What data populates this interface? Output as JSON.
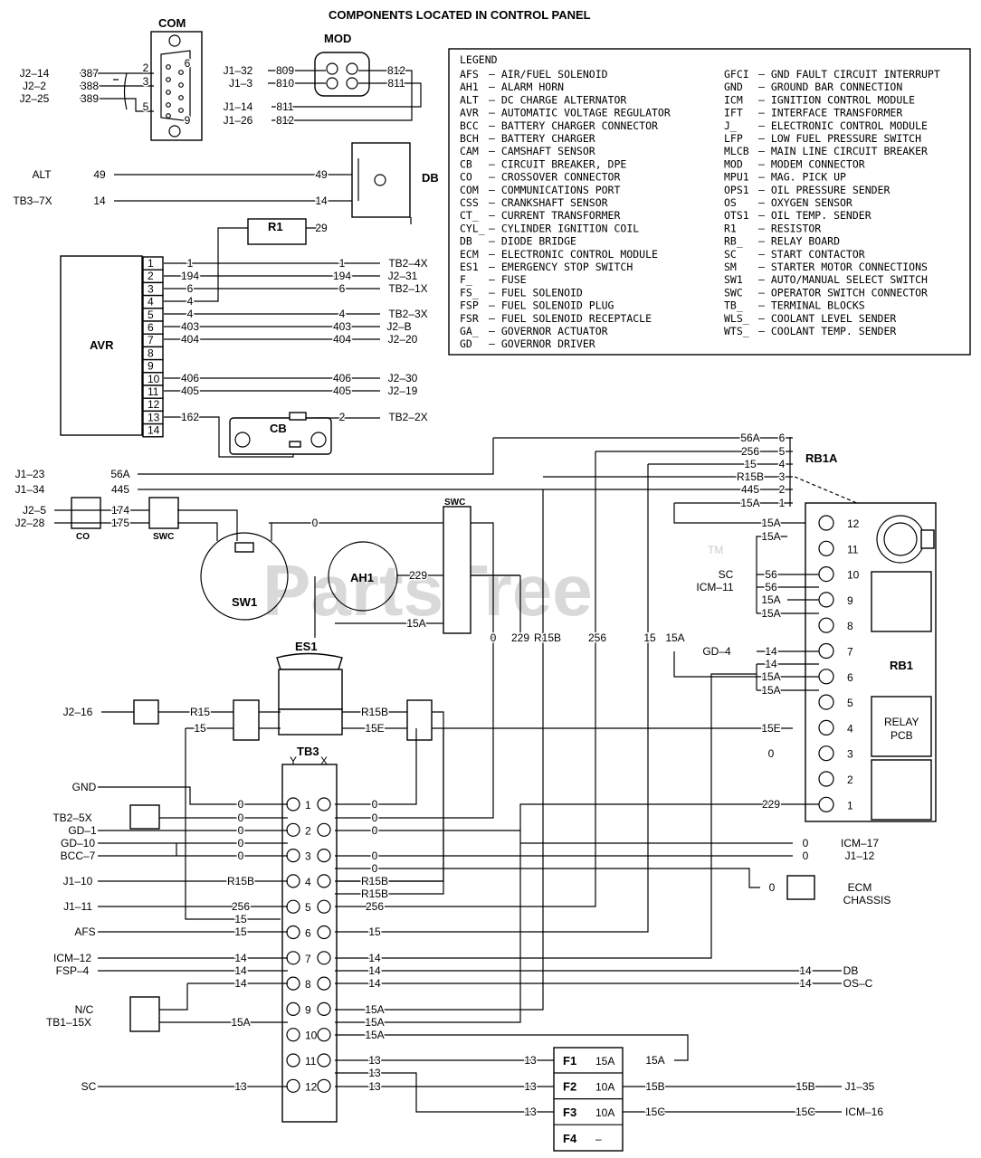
{
  "title": "COMPONENTS LOCATED IN CONTROL PANEL",
  "watermark": "PartsTree",
  "trademark": "TM",
  "legend": {
    "heading": "LEGEND",
    "left": [
      [
        "AFS",
        "AIR/FUEL SOLENOID"
      ],
      [
        "AH1",
        "ALARM HORN"
      ],
      [
        "ALT",
        "DC CHARGE ALTERNATOR"
      ],
      [
        "AVR",
        "AUTOMATIC VOLTAGE REGULATOR"
      ],
      [
        "BCC",
        "BATTERY CHARGER CONNECTOR"
      ],
      [
        "BCH",
        "BATTERY CHARGER"
      ],
      [
        "CAM",
        "CAMSHAFT SENSOR"
      ],
      [
        "CB",
        "CIRCUIT BREAKER, DPE"
      ],
      [
        "CO",
        "CROSSOVER CONNECTOR"
      ],
      [
        "COM",
        "COMMUNICATIONS PORT"
      ],
      [
        "CSS",
        "CRANKSHAFT SENSOR"
      ],
      [
        "CT_",
        "CURRENT TRANSFORMER"
      ],
      [
        "CYL_",
        "CYLINDER IGNITION COIL"
      ],
      [
        "DB",
        "DIODE BRIDGE"
      ],
      [
        "ECM",
        "ELECTRONIC CONTROL MODULE"
      ],
      [
        "ES1",
        "EMERGENCY STOP SWITCH"
      ],
      [
        "F_",
        "FUSE"
      ],
      [
        "FS_",
        "FUEL SOLENOID"
      ],
      [
        "FSP",
        "FUEL SOLENOID PLUG"
      ],
      [
        "FSR",
        "FUEL SOLENOID RECEPTACLE"
      ],
      [
        "GA_",
        "GOVERNOR ACTUATOR"
      ],
      [
        "GD",
        "GOVERNOR DRIVER"
      ]
    ],
    "right": [
      [
        "GFCI",
        "GND FAULT CIRCUIT INTERRUPT"
      ],
      [
        "GND",
        "GROUND BAR CONNECTION"
      ],
      [
        "ICM",
        "IGNITION CONTROL MODULE"
      ],
      [
        "IFT",
        "INTERFACE TRANSFORMER"
      ],
      [
        "J_",
        "ELECTRONIC CONTROL MODULE"
      ],
      [
        "LFP",
        "LOW FUEL PRESSURE SWITCH"
      ],
      [
        "MLCB",
        "MAIN LINE CIRCUIT BREAKER"
      ],
      [
        "MOD",
        "MODEM CONNECTOR"
      ],
      [
        "MPU1",
        "MAG. PICK UP"
      ],
      [
        "OPS1",
        "OIL PRESSURE SENDER"
      ],
      [
        "OS",
        "OXYGEN SENSOR"
      ],
      [
        "OTS1",
        "OIL TEMP. SENDER"
      ],
      [
        "R1",
        "RESISTOR"
      ],
      [
        "RB_",
        "RELAY BOARD"
      ],
      [
        "SC",
        "START CONTACTOR"
      ],
      [
        "SM",
        "STARTER MOTOR CONNECTIONS"
      ],
      [
        "SW1",
        "AUTO/MANUAL SELECT SWITCH"
      ],
      [
        "SWC",
        "OPERATOR SWITCH CONNECTOR"
      ],
      [
        "TB_",
        "TERMINAL BLOCKS"
      ],
      [
        "WLS_",
        "COOLANT LEVEL SENDER"
      ],
      [
        "WTS_",
        "COOLANT TEMP. SENDER"
      ]
    ]
  },
  "components": {
    "com": "COM",
    "mod": "MOD",
    "db": "DB",
    "r1": "R1",
    "avr": "AVR",
    "cb": "CB",
    "rb1a": "RB1A",
    "rb1": "RB1",
    "relay_pcb": [
      "RELAY",
      "PCB"
    ],
    "ah1": "AH1",
    "sw1": "SW1",
    "es1": "ES1",
    "tb3": "TB3",
    "swc": "SWC",
    "co": "CO",
    "fuses": [
      [
        "F1",
        "15A",
        "15A"
      ],
      [
        "F2",
        "10A",
        "15B"
      ],
      [
        "F3",
        "10A",
        "15C"
      ],
      [
        "F4",
        "–",
        ""
      ]
    ]
  },
  "labels": [
    [
      "J2–14",
      38,
      81
    ],
    [
      "387",
      99,
      81
    ],
    [
      "J2–2",
      38,
      95
    ],
    [
      "388",
      99,
      95
    ],
    [
      "J2–25",
      38,
      109
    ],
    [
      "389",
      99,
      109
    ],
    [
      "2",
      161,
      75
    ],
    [
      "3",
      161,
      90
    ],
    [
      "5",
      161,
      118
    ],
    [
      "6",
      207,
      70
    ],
    [
      "9",
      207,
      133
    ],
    [
      "J1–32",
      263,
      78
    ],
    [
      "809",
      315,
      78
    ],
    [
      "J1–3",
      266,
      92
    ],
    [
      "810",
      315,
      92
    ],
    [
      "812",
      438,
      78
    ],
    [
      "811",
      438,
      92
    ],
    [
      "J1–14",
      263,
      118
    ],
    [
      "811",
      315,
      118
    ],
    [
      "J1–26",
      263,
      133
    ],
    [
      "812",
      315,
      133
    ],
    [
      "ALT",
      46,
      193
    ],
    [
      "49",
      110,
      193
    ],
    [
      "49",
      355,
      193
    ],
    [
      "TB3–7X",
      36,
      222
    ],
    [
      "14",
      110,
      222
    ],
    [
      "14",
      355,
      222
    ],
    [
      "29",
      355,
      252
    ],
    [
      "1",
      210,
      291
    ],
    [
      "1",
      378,
      291
    ],
    [
      "TB2–4X",
      451,
      291
    ],
    [
      "194",
      210,
      305
    ],
    [
      "194",
      378,
      305
    ],
    [
      "J2–31",
      445,
      305
    ],
    [
      "6",
      210,
      319
    ],
    [
      "6",
      378,
      319
    ],
    [
      "TB2–1X",
      451,
      319
    ],
    [
      "4",
      210,
      333
    ],
    [
      "4",
      210,
      347
    ],
    [
      "4",
      378,
      347
    ],
    [
      "TB2–3X",
      451,
      347
    ],
    [
      "403",
      210,
      361
    ],
    [
      "403",
      378,
      361
    ],
    [
      "J2–B",
      441,
      361
    ],
    [
      "404",
      210,
      375
    ],
    [
      "404",
      378,
      375
    ],
    [
      "J2–20",
      445,
      375
    ],
    [
      "406",
      210,
      418
    ],
    [
      "406",
      378,
      418
    ],
    [
      "J2–30",
      445,
      418
    ],
    [
      "405",
      210,
      432
    ],
    [
      "405",
      378,
      432
    ],
    [
      "J2–19",
      445,
      432
    ],
    [
      "162",
      210,
      461
    ],
    [
      "2",
      378,
      461
    ],
    [
      "TB2–2X",
      451,
      461
    ],
    [
      "J1–23",
      33,
      524
    ],
    [
      "56A",
      133,
      524
    ],
    [
      "J1–34",
      33,
      541
    ],
    [
      "445",
      133,
      541
    ],
    [
      "56A",
      829,
      484
    ],
    [
      "256",
      829,
      499
    ],
    [
      "15",
      829,
      513
    ],
    [
      "R15B",
      829,
      527
    ],
    [
      "445",
      829,
      541
    ],
    [
      "15A",
      829,
      556
    ],
    [
      "6",
      864,
      484
    ],
    [
      "5",
      864,
      499
    ],
    [
      "4",
      864,
      513
    ],
    [
      "3",
      864,
      527
    ],
    [
      "2",
      864,
      541
    ],
    [
      "1",
      864,
      556
    ],
    [
      "J2–5",
      38,
      564
    ],
    [
      "174",
      133,
      564
    ],
    [
      "J2–28",
      33,
      578
    ],
    [
      "175",
      133,
      578
    ],
    [
      "0",
      348,
      578
    ],
    [
      "229",
      462,
      636
    ],
    [
      "15A",
      460,
      689
    ],
    [
      "15A",
      852,
      578
    ],
    [
      "15A",
      852,
      593
    ],
    [
      "SC",
      802,
      635
    ],
    [
      "56",
      852,
      635
    ],
    [
      "ICM–11",
      790,
      649
    ],
    [
      "56",
      852,
      649
    ],
    [
      "15A",
      852,
      663
    ],
    [
      "15A",
      852,
      678
    ],
    [
      "GD–4",
      792,
      720
    ],
    [
      "14",
      852,
      720
    ],
    [
      "14",
      852,
      734
    ],
    [
      "15A",
      852,
      748
    ],
    [
      "15A",
      852,
      763
    ],
    [
      "15E",
      852,
      805
    ],
    [
      "0",
      852,
      833
    ],
    [
      "229",
      852,
      889
    ],
    [
      "J2–16",
      86,
      787
    ],
    [
      "R15",
      221,
      787
    ],
    [
      "R15B",
      414,
      787
    ],
    [
      "15",
      221,
      805
    ],
    [
      "15E",
      414,
      805
    ],
    [
      "GND",
      93,
      870
    ],
    [
      "TB2–5X",
      80,
      904
    ],
    [
      "GD–1",
      91,
      918
    ],
    [
      "GD–10",
      86,
      932
    ],
    [
      "BCC–7",
      86,
      946
    ],
    [
      "J1–10",
      86,
      974
    ],
    [
      "J1–11",
      86,
      1002
    ],
    [
      "AFS",
      94,
      1030
    ],
    [
      "ICM–12",
      80,
      1059
    ],
    [
      "FSP–4",
      80,
      1073
    ],
    [
      "N/C",
      93,
      1116
    ],
    [
      "TB1–15X",
      76,
      1130
    ],
    [
      "SC",
      98,
      1201
    ],
    [
      "0",
      266,
      889
    ],
    [
      "0",
      266,
      904
    ],
    [
      "0",
      266,
      918
    ],
    [
      "0",
      266,
      932
    ],
    [
      "0",
      266,
      946
    ],
    [
      "R15B",
      266,
      974
    ],
    [
      "256",
      266,
      1002
    ],
    [
      "15",
      266,
      1016
    ],
    [
      "15",
      266,
      1030
    ],
    [
      "14",
      266,
      1059
    ],
    [
      "14",
      266,
      1073
    ],
    [
      "14",
      266,
      1087
    ],
    [
      "15A",
      266,
      1130
    ],
    [
      "13",
      266,
      1201
    ],
    [
      "0",
      414,
      889
    ],
    [
      "0",
      414,
      904
    ],
    [
      "0",
      414,
      918
    ],
    [
      "0",
      414,
      946
    ],
    [
      "0",
      414,
      960
    ],
    [
      "R15B",
      414,
      974
    ],
    [
      "R15B",
      414,
      988
    ],
    [
      "256",
      414,
      1002
    ],
    [
      "15",
      414,
      1030
    ],
    [
      "14",
      414,
      1059
    ],
    [
      "14",
      414,
      1073
    ],
    [
      "14",
      414,
      1087
    ],
    [
      "15A",
      414,
      1116
    ],
    [
      "15A",
      414,
      1130
    ],
    [
      "15A",
      414,
      1144
    ],
    [
      "13",
      414,
      1172
    ],
    [
      "13",
      414,
      1186
    ],
    [
      "13",
      414,
      1201
    ],
    [
      "0",
      890,
      932
    ],
    [
      "ICM–17",
      950,
      932
    ],
    [
      "0",
      890,
      946
    ],
    [
      "J1–12",
      950,
      946
    ],
    [
      "0",
      853,
      981
    ],
    [
      "ECM",
      950,
      981
    ],
    [
      "CHASSIS",
      958,
      995
    ],
    [
      "14",
      890,
      1073
    ],
    [
      "DB",
      940,
      1073
    ],
    [
      "14",
      890,
      1087
    ],
    [
      "OS–C",
      948,
      1087
    ],
    [
      "13",
      586,
      1172
    ],
    [
      "13",
      586,
      1201
    ],
    [
      "13",
      586,
      1229
    ],
    [
      "15A",
      724,
      1172
    ],
    [
      "15B",
      724,
      1201
    ],
    [
      "15C",
      724,
      1229
    ],
    [
      "15B",
      890,
      1201
    ],
    [
      "J1–35",
      950,
      1201
    ],
    [
      "15C",
      890,
      1229
    ],
    [
      "ICM–16",
      955,
      1229
    ],
    [
      "0",
      545,
      705
    ],
    [
      "229",
      575,
      705
    ],
    [
      "R15B",
      605,
      705
    ],
    [
      "256",
      660,
      705
    ],
    [
      "15",
      718,
      705
    ],
    [
      "15A",
      746,
      705
    ]
  ]
}
